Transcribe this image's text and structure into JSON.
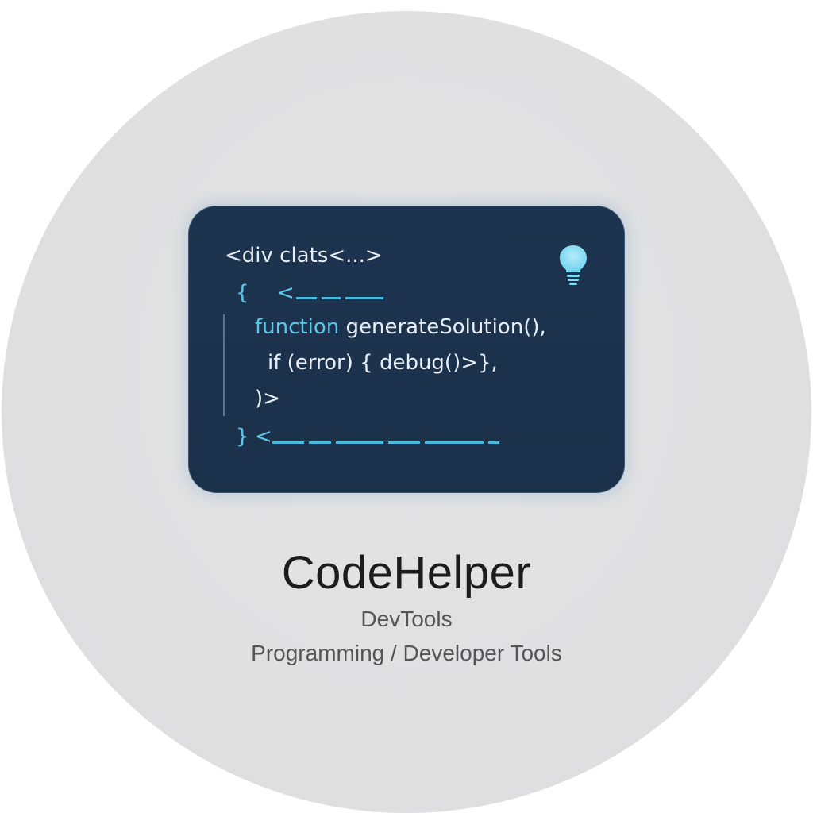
{
  "app": {
    "name": "CodeHelper",
    "developer": "DevTools",
    "category": "Programming / Developer Tools"
  },
  "code_card": {
    "line1": "<div clats<...>",
    "line2_brace": "{",
    "line2_arrow": "<",
    "line3_keyword": "function",
    "line3_rest": " generateSolution(),",
    "line4": "if (error) { debug()>},",
    "line5": ")>",
    "line6_brace": "}",
    "line6_arrow": "<"
  },
  "icons": {
    "lightbulb": "lightbulb-icon"
  },
  "colors": {
    "card_background": "#1b3049",
    "syntax_accent": "#5ec8e8",
    "code_text": "#e8eef5",
    "bulb": "#7fd8f0",
    "title_text": "#1c1c1c",
    "subtitle_text": "#555555",
    "circle_background": "#e0e0e1"
  }
}
